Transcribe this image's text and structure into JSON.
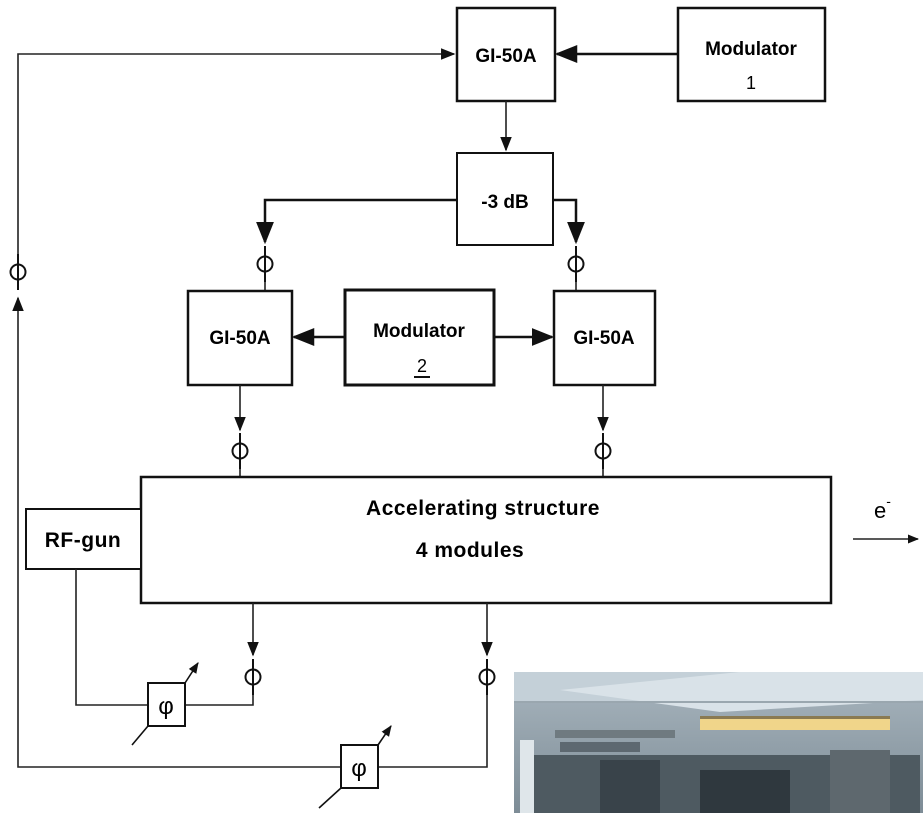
{
  "diagram": {
    "blocks": {
      "klystron_top": "GI-50A",
      "modulator1_line1": "Modulator",
      "modulator1_line2": "1",
      "splitter": "-3 dB",
      "klystron_left": "GI-50A",
      "modulator2_line1": "Modulator",
      "modulator2_line2": "2",
      "klystron_right": "GI-50A",
      "accelerator_line1": "Accelerating structure",
      "accelerator_line2": "4 modules",
      "rf_gun": "RF-gun",
      "phase_shifter_1": "φ",
      "phase_shifter_2": "φ"
    },
    "beam_label": "e",
    "beam_superscript": "-"
  },
  "photo": {
    "description_icon": "tunnel-photo"
  },
  "colors": {
    "line": "#111111",
    "background": "#ffffff"
  }
}
